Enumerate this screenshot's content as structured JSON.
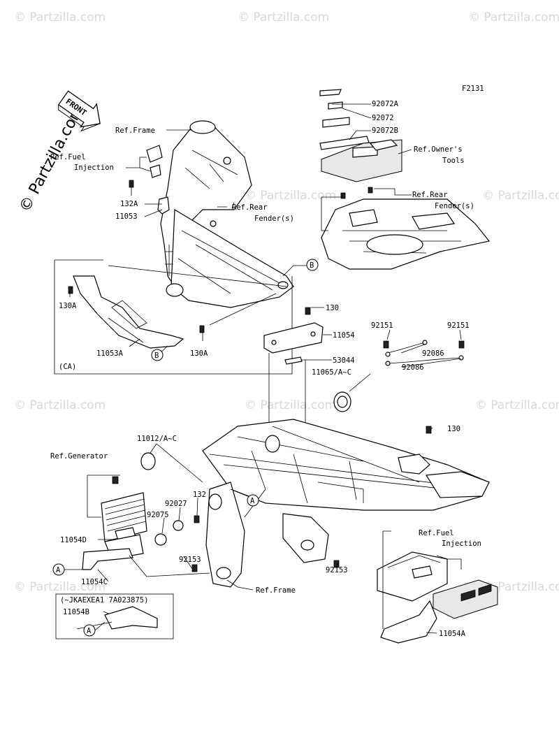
{
  "figure_code": "F2131",
  "watermark": "© Partzilla.com",
  "front_label": "FRONT",
  "labels": {
    "ref_frame_top": "Ref.Frame",
    "ref_fuel_inj_top_1": "Ref.Fuel",
    "ref_fuel_inj_top_2": "Injection",
    "p132A": "132A",
    "p11053": "11053",
    "p130A_1": "130A",
    "p130A_2": "130A",
    "p11053A": "11053A",
    "ca": "(CA)",
    "p92072A": "92072A",
    "p92072": "92072",
    "p92072B": "92072B",
    "ref_owners_1": "Ref.Owner's",
    "ref_owners_2": "Tools",
    "ref_rear_fender_r_1": "Ref.Rear",
    "ref_rear_fender_r_2": "Fender(s)",
    "ref_rear_fender_l_1": "Ref.Rear",
    "ref_rear_fender_l_2": "Fender(s)",
    "p130_1": "130",
    "p11054": "11054",
    "p53044": "53044",
    "p11065": "11065/A~C",
    "p92151_1": "92151",
    "p92151_2": "92151",
    "p92086_1": "92086",
    "p92086_2": "92086",
    "p130_2": "130",
    "p11012": "11012/A~C",
    "ref_generator": "Ref.Generator",
    "p132": "132",
    "p92027": "92027",
    "p92075": "92075",
    "p11054D": "11054D",
    "p92153_1": "92153",
    "p92153_2": "92153",
    "p11054C": "11054C",
    "ref_fuel_inj_bot_1": "Ref.Fuel",
    "ref_fuel_inj_bot_2": "Injection",
    "ref_frame_bot": "Ref.Frame",
    "p11054A": "11054A",
    "serial_note": "(~JKAEXEA1 7A023875)",
    "p11054B": "11054B"
  },
  "callouts": {
    "A": "A",
    "B": "B"
  }
}
